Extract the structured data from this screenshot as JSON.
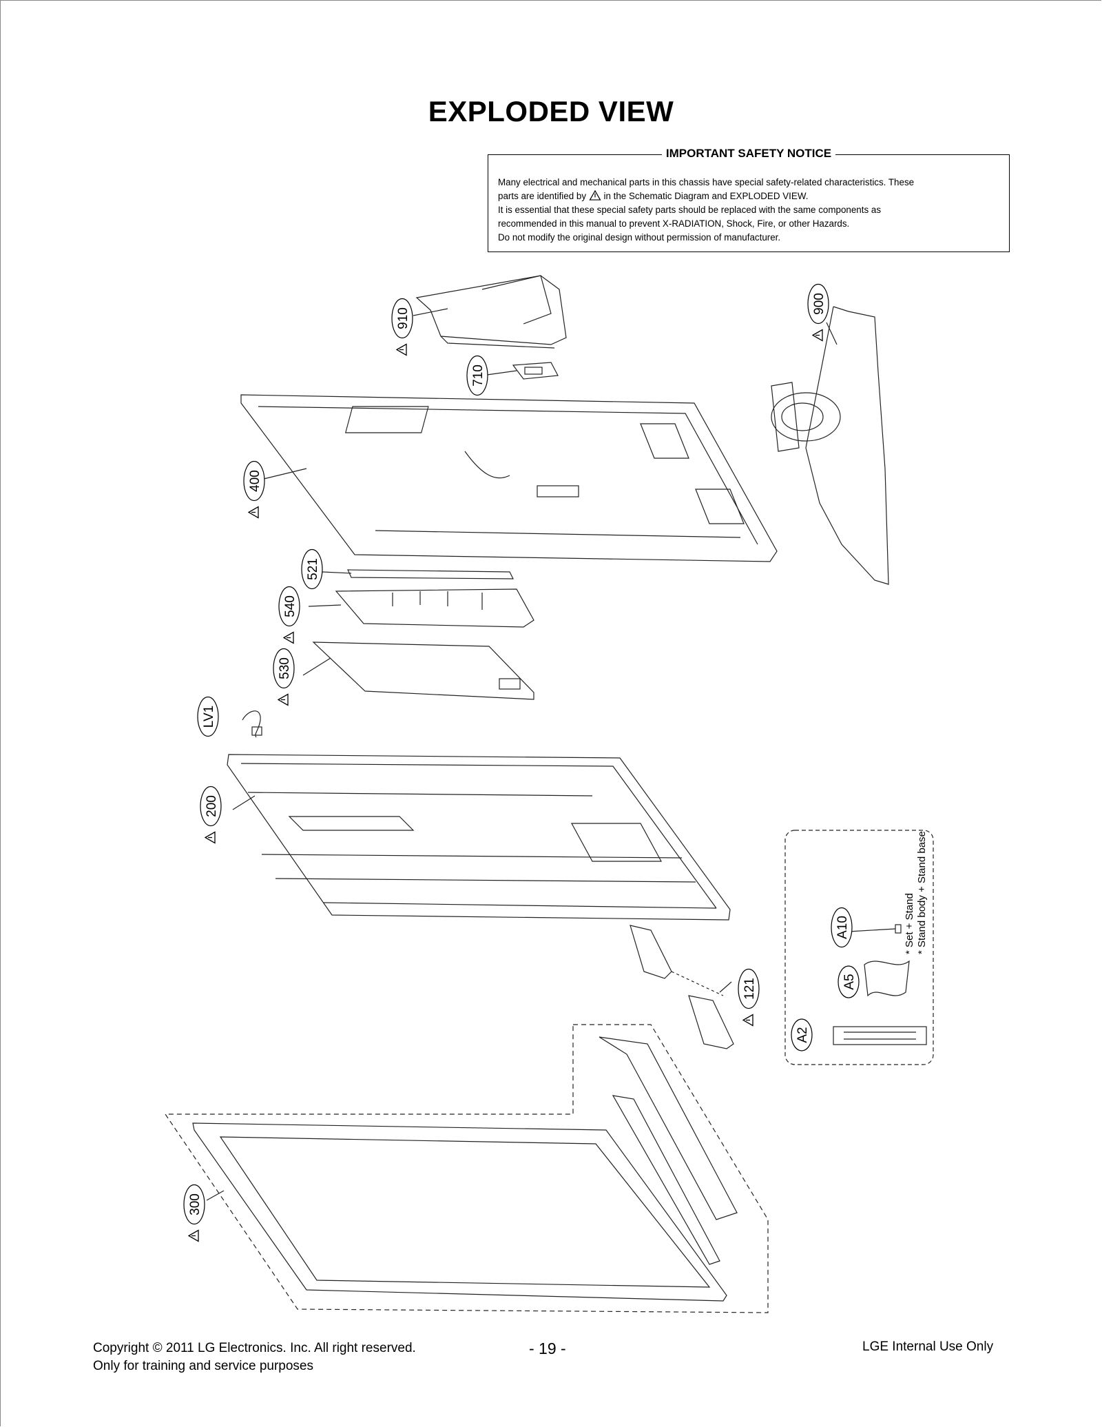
{
  "page": {
    "title": "EXPLODED VIEW"
  },
  "notice": {
    "heading": "IMPORTANT SAFETY NOTICE",
    "line1": "Many electrical and mechanical parts in this chassis have special safety-related characteristics. These",
    "line2_pre": "parts are identified by",
    "line2_post": "in the Schematic Diagram and EXPLODED VIEW.",
    "line3": "It is essential that these special safety parts should be replaced with the same components as",
    "line4": "recommended in this manual to prevent X-RADIATION, Shock, Fire, or other Hazards.",
    "line5": "Do not modify the original design without permission of manufacturer."
  },
  "parts": [
    {
      "id": "910",
      "safety": true
    },
    {
      "id": "710",
      "safety": false
    },
    {
      "id": "900",
      "safety": true
    },
    {
      "id": "400",
      "safety": true
    },
    {
      "id": "521",
      "safety": false
    },
    {
      "id": "540",
      "safety": true
    },
    {
      "id": "530",
      "safety": true
    },
    {
      "id": "LV1",
      "safety": false
    },
    {
      "id": "200",
      "safety": true
    },
    {
      "id": "121",
      "safety": true
    },
    {
      "id": "300",
      "safety": true
    },
    {
      "id": "A10",
      "safety": false
    },
    {
      "id": "A5",
      "safety": false
    },
    {
      "id": "A2",
      "safety": false
    }
  ],
  "accessory_box": {
    "note1": "* Set + Stand",
    "note2": "* Stand body + Stand base"
  },
  "footer": {
    "copyright": "Copyright  © 2011  LG Electronics. Inc. All right reserved.",
    "purpose": "Only for training and service purposes",
    "page_number": "- 19 -",
    "internal": "LGE Internal Use Only"
  },
  "icons": {
    "safety_mark": "warning-triangle-icon"
  }
}
